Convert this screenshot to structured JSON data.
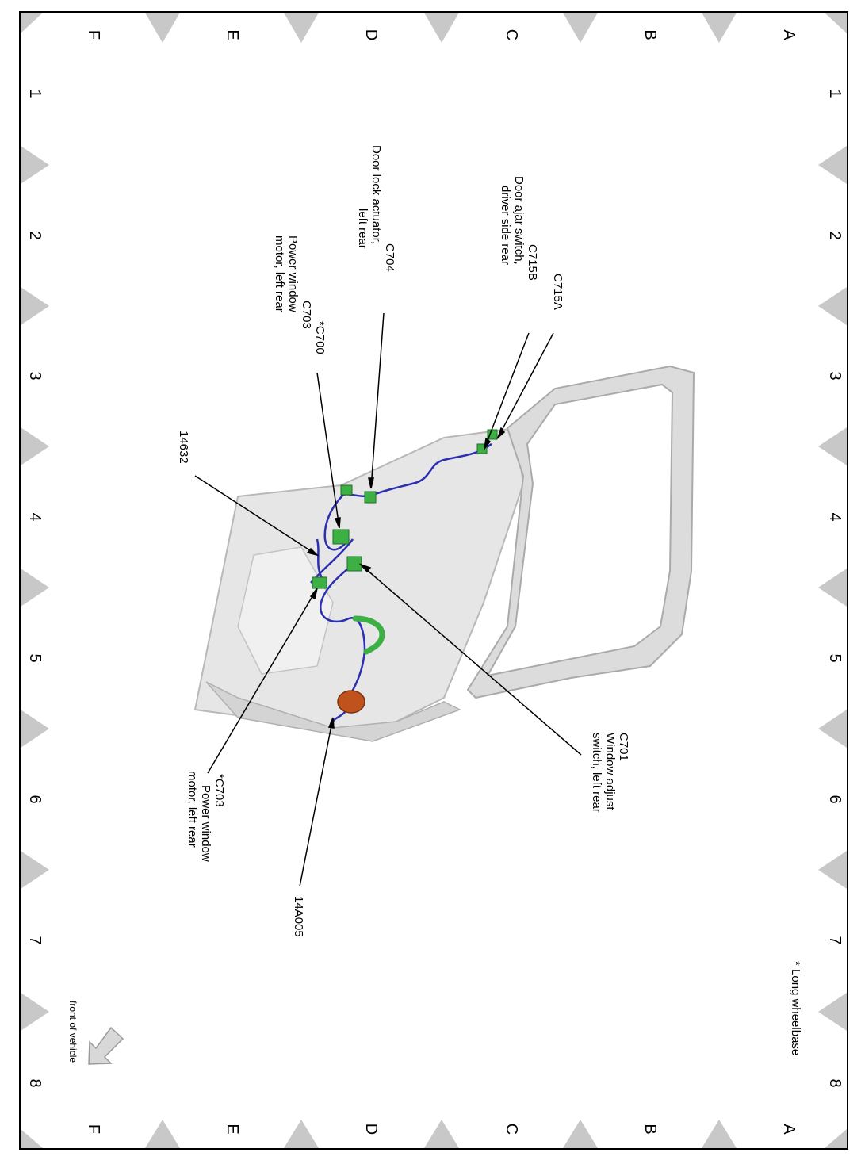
{
  "grid": {
    "columns": [
      "1",
      "2",
      "3",
      "4",
      "5",
      "6",
      "7",
      "8"
    ],
    "rows": [
      "A",
      "B",
      "C",
      "D",
      "E",
      "F"
    ]
  },
  "callouts": {
    "c715a": {
      "lines": [
        "C715A"
      ]
    },
    "c715b": {
      "lines": [
        "C715B",
        "Door ajar switch,",
        "driver side rear"
      ]
    },
    "c704": {
      "lines": [
        "C704",
        "Door lock actuator,",
        "left rear"
      ]
    },
    "c700": {
      "lines": [
        "*C700",
        "C703",
        "Power window",
        "motor, left rear"
      ]
    },
    "n14632": {
      "lines": [
        "14632"
      ]
    },
    "c701": {
      "lines": [
        "C701",
        "Window adjust",
        "switch, left rear"
      ]
    },
    "c703": {
      "lines": [
        "*C703",
        "Power window",
        "motor, left rear"
      ]
    },
    "n14a005": {
      "lines": [
        "14A005"
      ]
    }
  },
  "footnote": "* Long wheelbase",
  "orientation_label": "front of vehicle",
  "colors": {
    "wire": "#2b2fb0",
    "connector": "#3cb043",
    "grommet": "#c0521b",
    "door_panel": "#e2e2e2",
    "grid_marker": "#c8c8c8"
  }
}
